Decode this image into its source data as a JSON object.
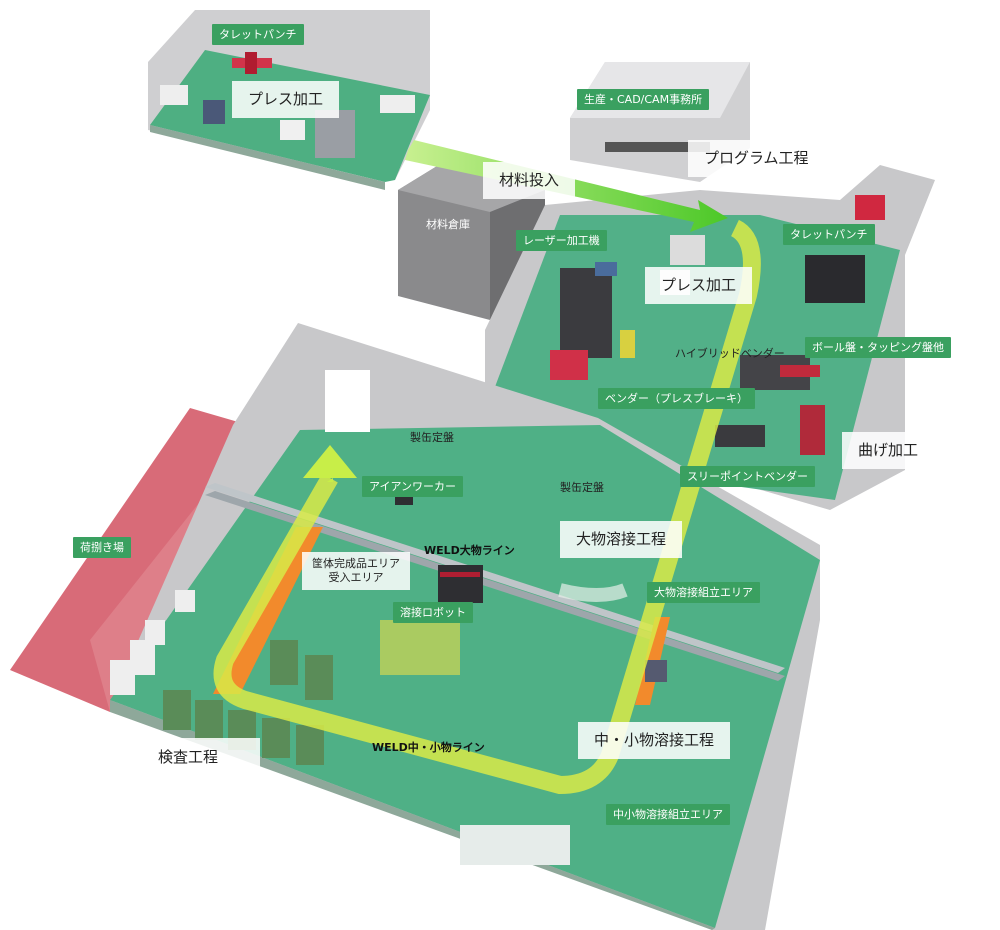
{
  "labels": {
    "turret_punch_top": "タレットパンチ",
    "press_top": "プレス加工",
    "office": "生産・CAD/CAM事務所",
    "program": "プログラム工程",
    "material_input": "材料投入",
    "material_warehouse": "材料倉庫",
    "laser": "レーザー加工機",
    "turret_punch_right": "タレットパンチ",
    "press_mid": "プレス加工",
    "hybrid_bender": "ハイブリッドベンダー",
    "drill_tapping": "ボール盤・タッピング盤他",
    "bender_pressbrake": "ベンダー（プレスブレーキ）",
    "bending": "曲げ加工",
    "three_point_bender": "スリーポイントベンダー",
    "can_surface_plate_1": "製缶定盤",
    "iron_worker": "アイアンワーカー",
    "can_surface_plate_2": "製缶定盤",
    "large_welding": "大物溶接工程",
    "loading_area": "荷捌き場",
    "enclosure_area_line1": "筐体完成品エリア",
    "enclosure_area_line2": "受入エリア",
    "weld_large_line": "WELD大物ライン",
    "welding_robot": "溶接ロボット",
    "large_assembly": "大物溶接組立エリア",
    "inspection": "検査工程",
    "weld_small_line": "WELD中・小物ライン",
    "medium_small_welding": "中・小物溶接工程",
    "medium_small_assembly": "中小物溶接組立エリア"
  },
  "colors": {
    "floor": "#4eb084",
    "floor_dark": "#3a9468",
    "wall": "#c9c9cb",
    "loading_zone": "#d86070",
    "label_green": "#3aa060",
    "flow_arrow": "#d8ea48",
    "green_arrow": "#7ed83a",
    "crane_orange": "#f28a2c"
  }
}
